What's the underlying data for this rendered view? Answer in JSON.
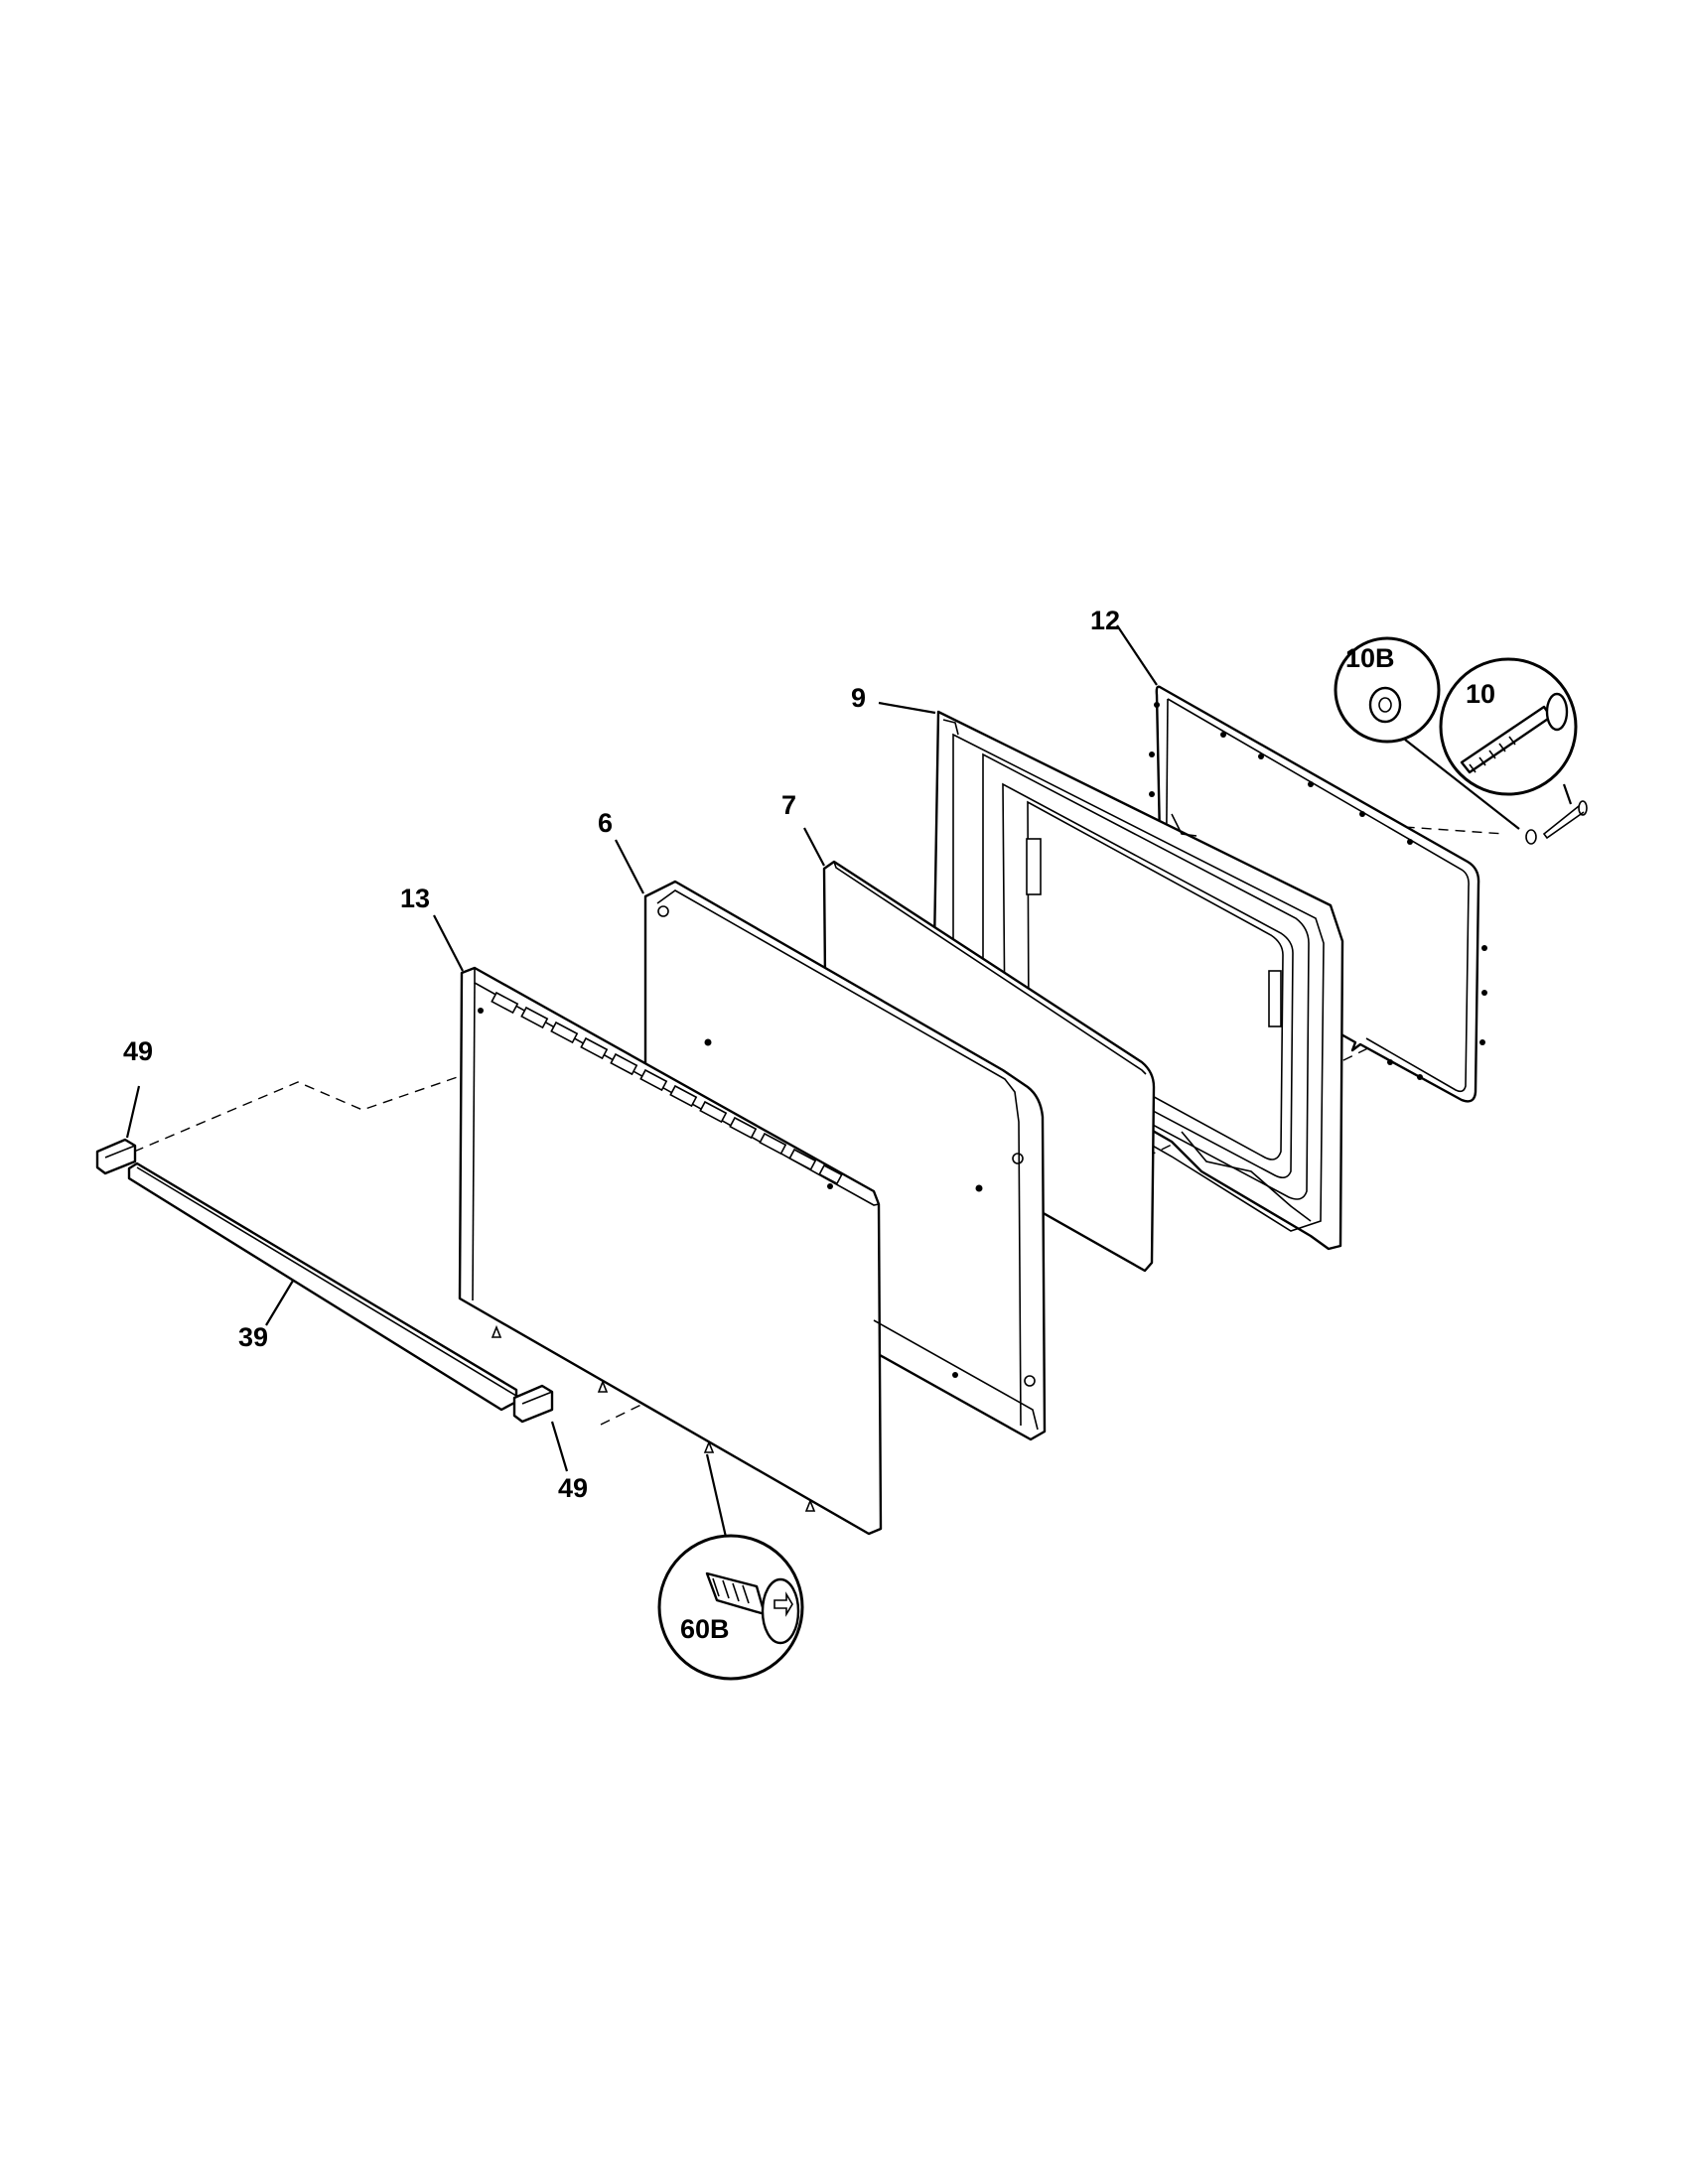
{
  "diagram": {
    "callouts": {
      "c12": "12",
      "c10b": "10B",
      "c10": "10",
      "c9": "9",
      "c7": "7",
      "c6": "6",
      "c13": "13",
      "c49_top": "49",
      "c39": "39",
      "c49_bottom": "49",
      "c60b": "60B"
    },
    "colors": {
      "line": "#000000",
      "background": "#ffffff"
    }
  }
}
